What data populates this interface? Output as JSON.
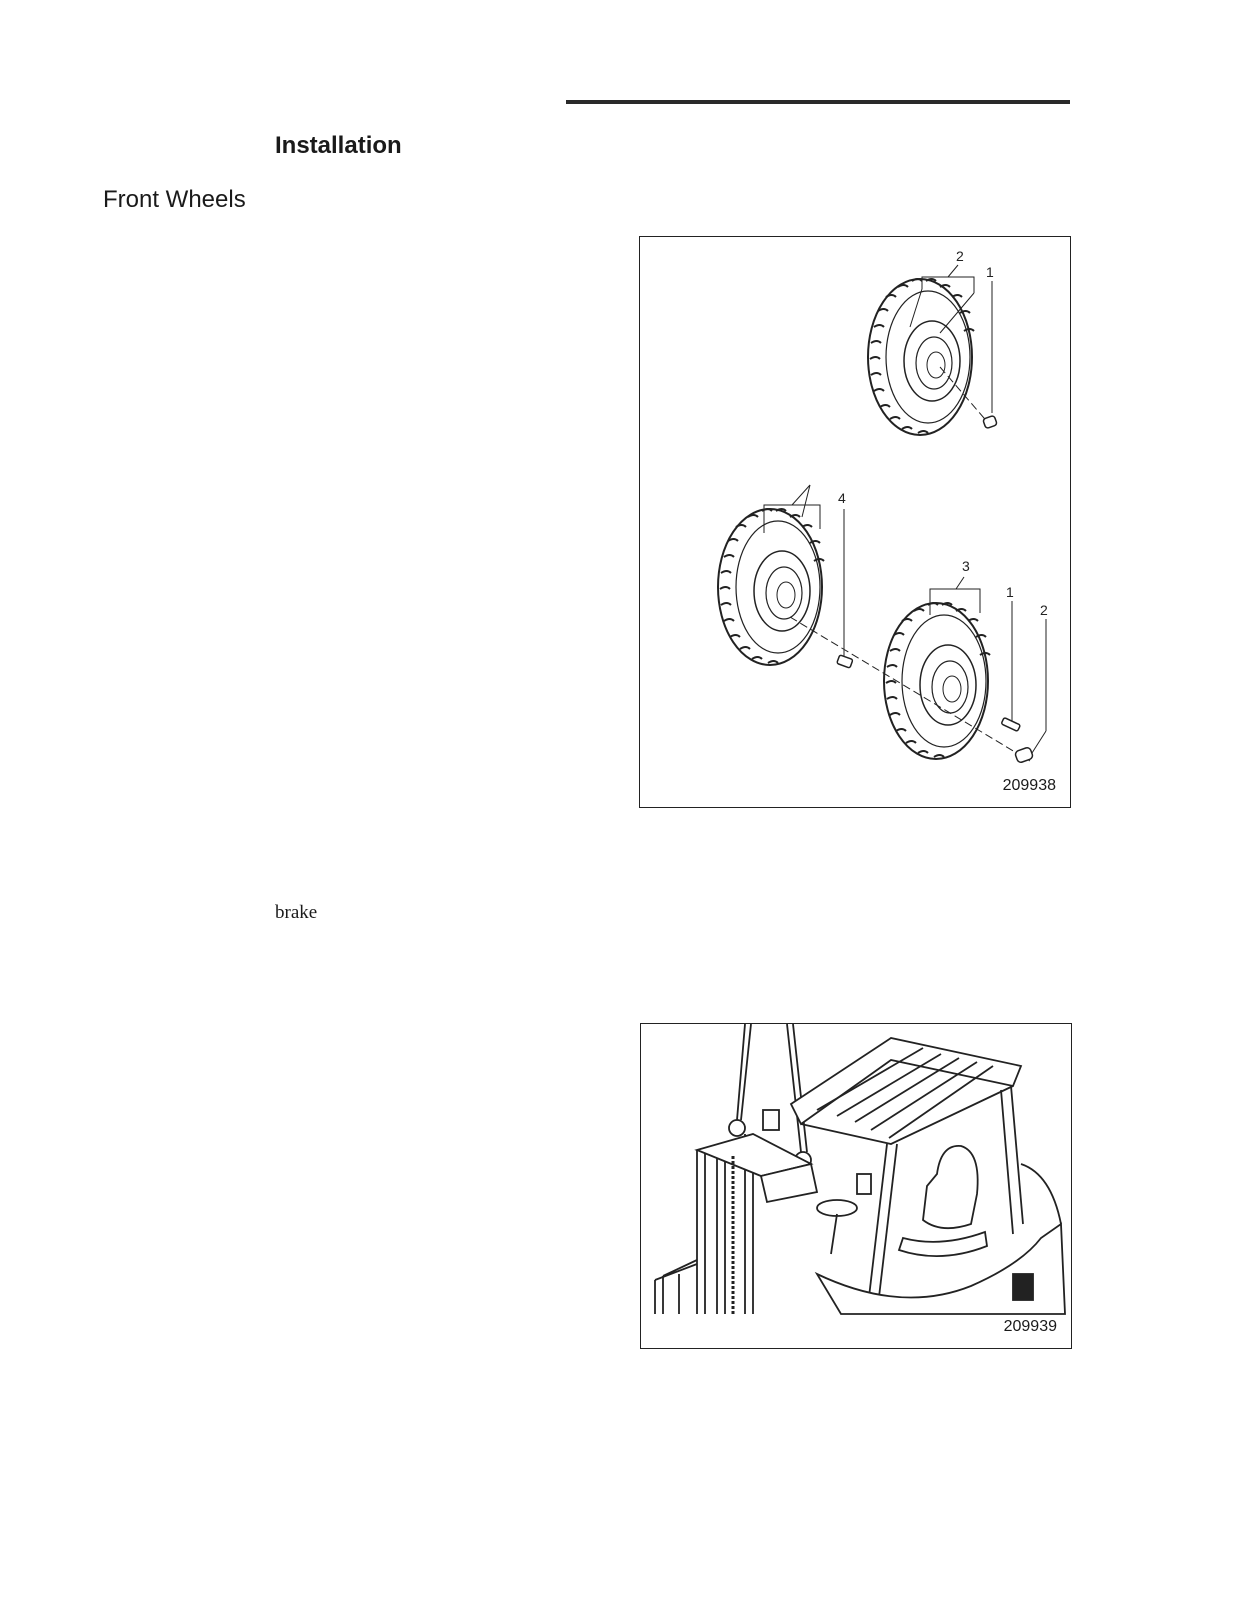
{
  "headings": {
    "installation": "Installation",
    "front_wheels": "Front Wheels"
  },
  "body_text": {
    "brake": "brake"
  },
  "figures": [
    {
      "number": "209938",
      "callouts": [
        "2",
        "1",
        "4",
        "3",
        "1",
        "2"
      ]
    },
    {
      "number": "209939"
    }
  ]
}
